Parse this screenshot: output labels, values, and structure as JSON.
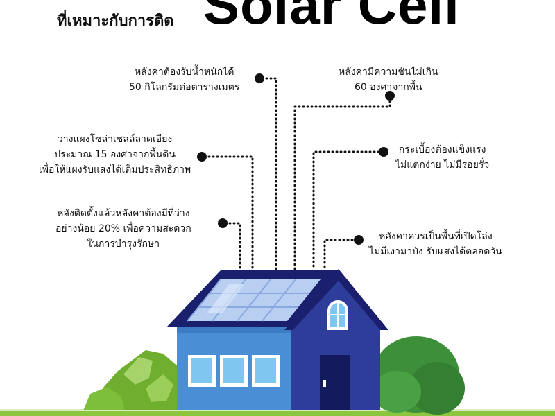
{
  "header": {
    "title_prefix": "ที่เหมาะกับการติด",
    "title_main": "Solar Cell"
  },
  "notes": {
    "roof_weight": [
      "หลังคาต้องรับน้ำหนักได้",
      "50 กิโลกรัมต่อตารางเมตร"
    ],
    "roof_slope": [
      "หลังคามีความชันไม่เกิน",
      "60 องศาจากพื้น"
    ],
    "panel_tilt": [
      "วางแผงโซล่าเซลล์ลาดเอียง",
      "ประมาณ 15 องศาจากพื้นดิน",
      "เพื่อให้แผงรับแสงได้เต็มประสิทธิภาพ"
    ],
    "tile_strength": [
      "กระเบื้องต้องแข็งแรง",
      "ไม่แตกง่าย ไม่มีรอยรั่ว"
    ],
    "free_space": [
      "หลังติดตั้งแล้วหลังคาต้องมีที่ว่าง",
      "อย่างน้อย 20% เพื่อความสะดวก",
      "ในการบำรุงรักษา"
    ],
    "open_area": [
      "หลังคาควรเป็นพื้นที่เปิดโล่ง",
      "ไม่มีเงามาบัง รับแสงได้ตลอดวัน"
    ]
  },
  "colors": {
    "roof": "#1a1f6e",
    "wall_light": "#4a8fd6",
    "wall_dark": "#2f3d9a",
    "panel": "#b9cff2",
    "bush": "#8cc63f",
    "tree": "#3f8f3a",
    "ground": "#8cc63f"
  }
}
